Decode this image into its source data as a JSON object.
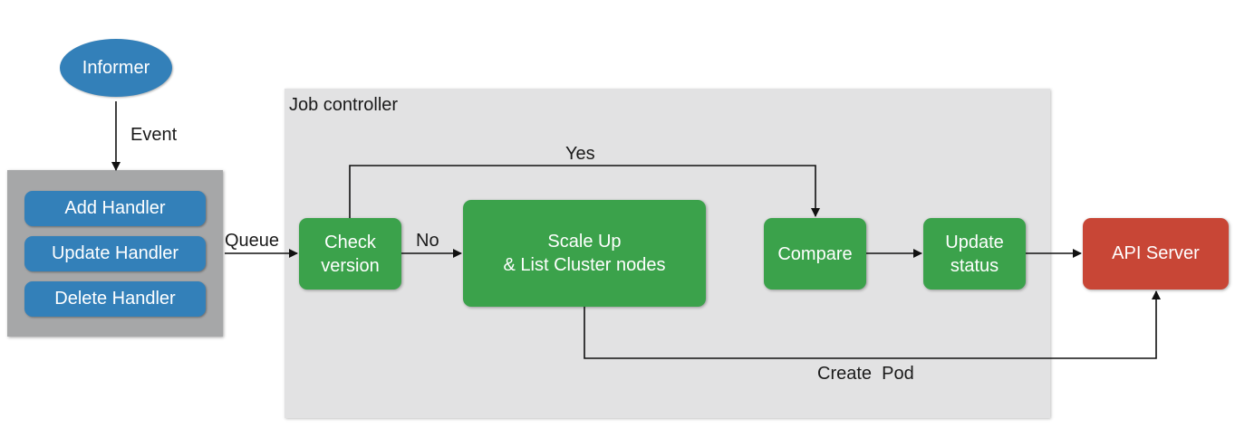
{
  "informer": {
    "label": "Informer"
  },
  "edges": {
    "event": "Event",
    "queue": "Queue",
    "yes": "Yes",
    "no": "No",
    "create_pod": "Create  Pod"
  },
  "handlers": [
    {
      "label": "Add Handler"
    },
    {
      "label": "Update Handler"
    },
    {
      "label": "Delete Handler"
    }
  ],
  "controller": {
    "title": "Job controller",
    "check_version": "Check\nversion",
    "scale_up": "Scale Up\n& List Cluster nodes",
    "compare": "Compare",
    "update_status": "Update\nstatus"
  },
  "api_server": {
    "label": "API Server"
  },
  "colors": {
    "blue": "#3380b9",
    "green": "#3ba24b",
    "red": "#c84636",
    "panel_gray": "#e2e2e3",
    "handler_panel_gray": "#a6a7a8"
  }
}
